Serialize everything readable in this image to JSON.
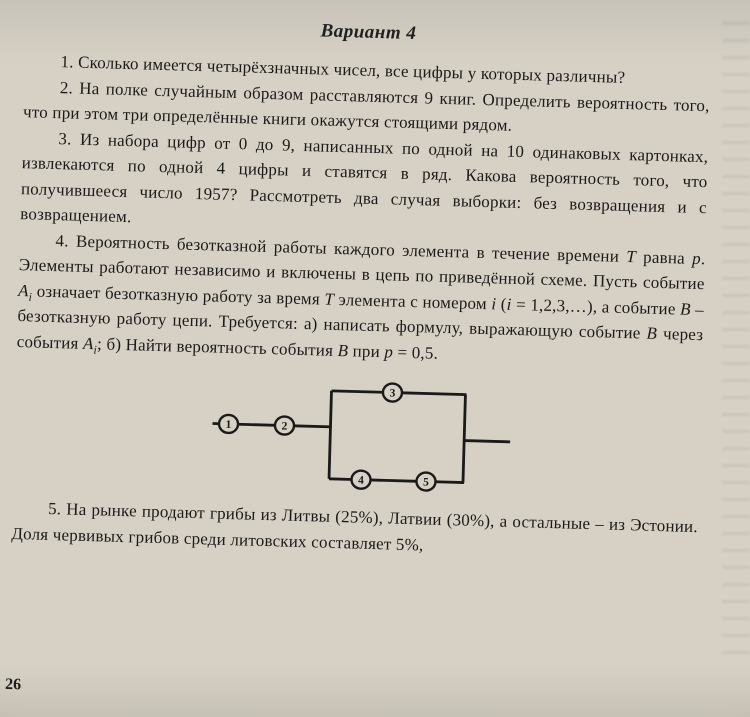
{
  "page": {
    "title": "Вариант 4",
    "page_number": "26"
  },
  "problems_top": [
    {
      "segments": [
        "1. Сколько имеется четырёхзначных чисел, все цифры у которых различны?"
      ]
    },
    {
      "segments": [
        "2. На полке случайным образом расставляются 9 книг. Определить вероятность того, что при этом три определённые книги окажутся стоящими рядом."
      ]
    },
    {
      "segments": [
        "3. Из набора цифр от 0 до 9, написанных по одной на 10 одинаковых картонках, извлекаются по одной 4 цифры и ставятся в ряд. Какова вероятность того, что получившееся число 1957? Рассмотреть два случая выборки: без возвращения и с возвращением."
      ]
    },
    {
      "segments": [
        "4. Вероятность безотказной работы каждого элемента в течение времени ",
        {
          "t": "T",
          "i": true
        },
        " равна ",
        {
          "t": "p",
          "i": true
        },
        ". Элементы работают независимо и включены в цепь по приведённой схеме. Пусть событие ",
        {
          "t": "A",
          "i": true
        },
        {
          "t": "i",
          "i": true,
          "sub": true
        },
        " означает безотказную работу за время ",
        {
          "t": "T",
          "i": true
        },
        " элемента с номером ",
        {
          "t": "i",
          "i": true
        },
        " (",
        {
          "t": "i",
          "i": true
        },
        " = 1,2,3,…), а событие ",
        {
          "t": "B",
          "i": true
        },
        " – безотказную работу цепи. Требуется: а) написать формулу, выражающую событие ",
        {
          "t": "B",
          "i": true
        },
        " через события ",
        {
          "t": "A",
          "i": true
        },
        {
          "t": "i",
          "i": true,
          "sub": true
        },
        "; б) Найти вероятность события ",
        {
          "t": "B",
          "i": true
        },
        " при ",
        {
          "t": "p",
          "i": true
        },
        " = 0,5."
      ]
    }
  ],
  "problems_bottom": [
    {
      "segments": [
        "5. На рынке продают грибы из Литвы (25%), Латвии (30%), а остальные – из Эстонии. Доля червивых грибов среди литовских составляет 5%,"
      ]
    }
  ],
  "diagram": {
    "labels": [
      "1",
      "2",
      "3",
      "4",
      "5"
    ]
  },
  "colors": {
    "paper": "#d7d1c5",
    "ink": "#1a1a1a"
  }
}
